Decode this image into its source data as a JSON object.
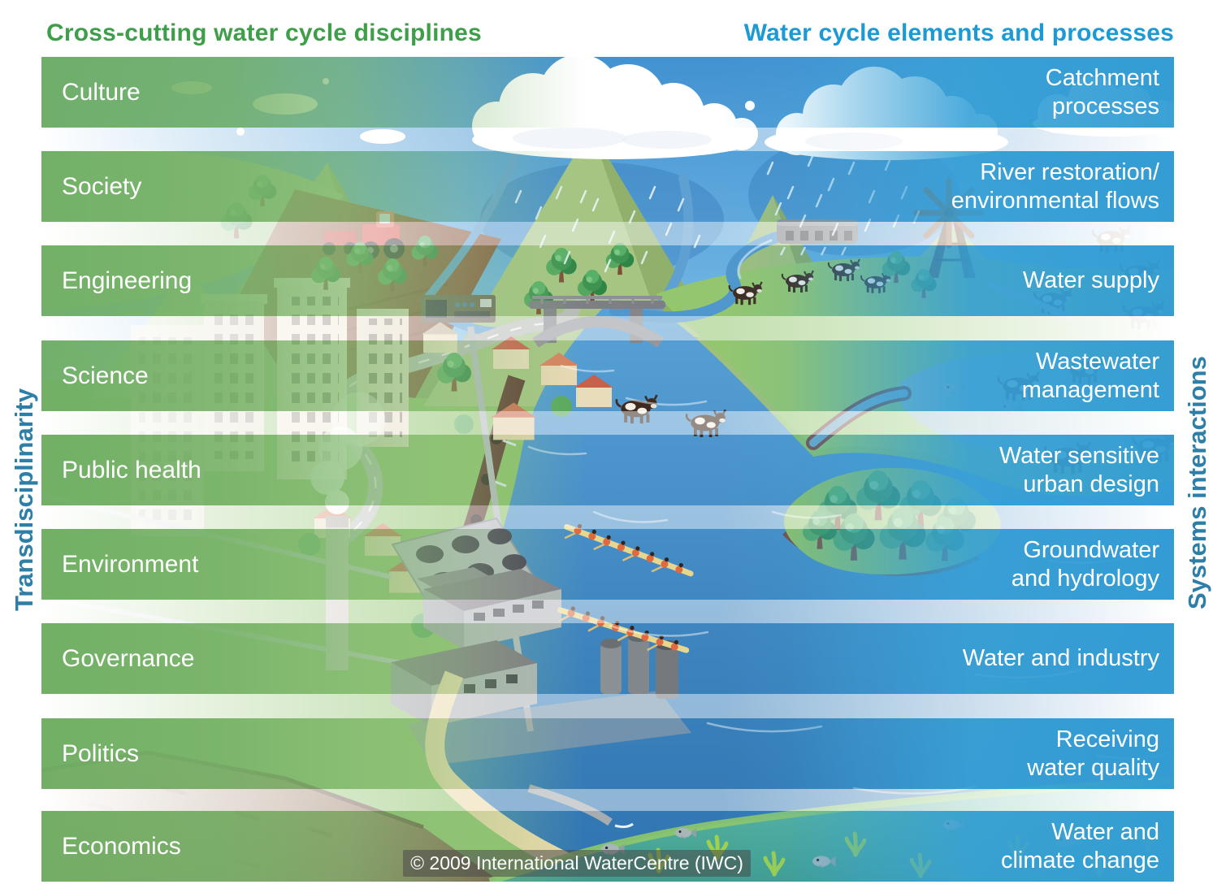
{
  "titles": {
    "disciplines": "Cross-cutting water cycle disciplines",
    "processes": "Water cycle elements and processes"
  },
  "side_labels": {
    "left": "Transdisciplinarity",
    "right": "Systems interactions"
  },
  "rows": [
    {
      "discipline": "Culture",
      "process": "Catchment\nprocesses"
    },
    {
      "discipline": "Society",
      "process": "River restoration/\nenvironmental flows"
    },
    {
      "discipline": "Engineering",
      "process": "Water supply"
    },
    {
      "discipline": "Science",
      "process": "Wastewater\nmanagement"
    },
    {
      "discipline": "Public health",
      "process": "Water sensitive\nurban design"
    },
    {
      "discipline": "Environment",
      "process": "Groundwater\nand hydrology"
    },
    {
      "discipline": "Governance",
      "process": "Water and industry"
    },
    {
      "discipline": "Politics",
      "process": "Receiving\nwater quality"
    },
    {
      "discipline": "Economics",
      "process": "Water and\nclimate change"
    }
  ],
  "footer": {
    "copyright": "© 2009 International WaterCentre (IWC)"
  },
  "colors": {
    "discipline_title": "#3f9e4a",
    "process_title": "#1b9ad6",
    "side_label": "#2e7fa8",
    "band_green": "#71af66",
    "band_blue": "#3aa1d8"
  }
}
